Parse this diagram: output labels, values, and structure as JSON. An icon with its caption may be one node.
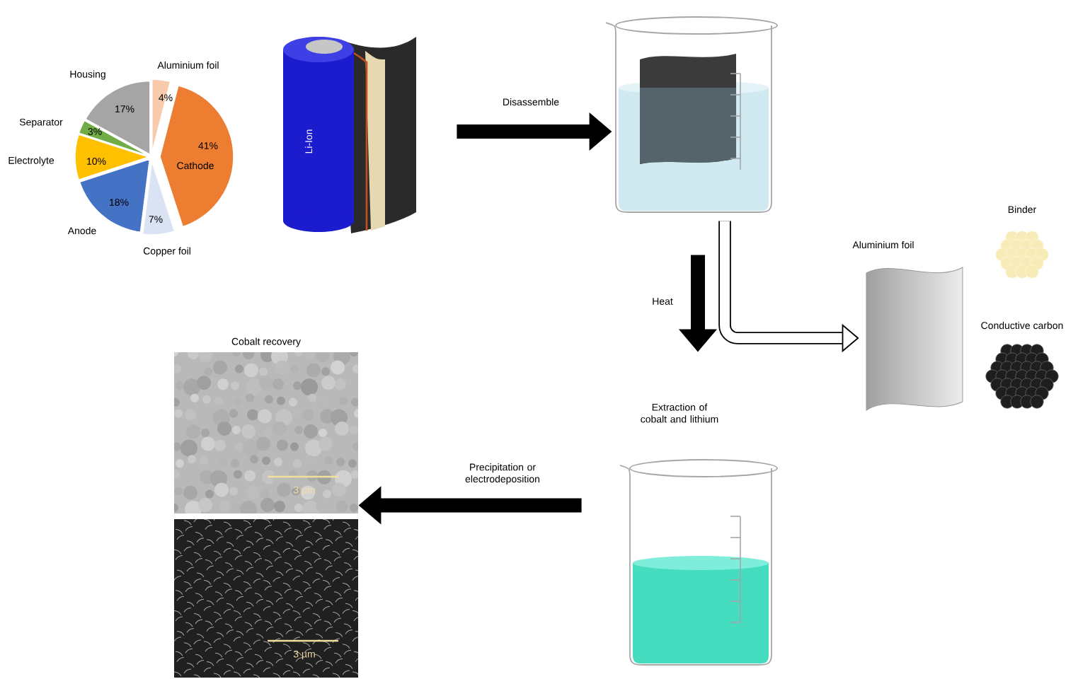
{
  "diagram": {
    "nodes": [
      {
        "text": [
          "Li-Ion"
        ]
      },
      {
        "text": [],
        "shape": "picture"
      },
      {
        "text": [
          "Aluminium foil"
        ]
      },
      {
        "text": [
          "Binder"
        ]
      },
      {
        "text": [
          "Conductive carbon"
        ]
      },
      {
        "text": [
          "Extraction of cobalt and lithium"
        ]
      },
      {
        "text": [
          "Cobalt recovery",
          "3 µm"
        ]
      },
      {
        "text": [
          "3 µm"
        ]
      }
    ],
    "edges": [
      {
        "from": 0,
        "to": 1,
        "arrow": "to",
        "label": "Disassemble"
      },
      {
        "from": 1,
        "to": 5,
        "arrow": "to",
        "label": "Heat"
      },
      {
        "from": 1,
        "to": 2,
        "arrow": "to"
      },
      {
        "from": 5,
        "to": 6,
        "arrow": "to",
        "label": "Precipitation or electrodeposition"
      }
    ],
    "chart_data": {
      "type": "pie",
      "categories": [
        "Aluminium foil",
        "Cathode",
        "Copper foil",
        "Anode",
        "Electrolyte",
        "Separator",
        "Housing"
      ],
      "values": [
        4,
        41,
        7,
        18,
        10,
        3,
        17
      ],
      "colors": [
        "#f8cbad",
        "#ed7d31",
        "#dae3f3",
        "#4472c4",
        "#ffc000",
        "#70ad47",
        "#a5a5a5"
      ],
      "value_labels": [
        "4%",
        "41%",
        "7%",
        "18%",
        "10%",
        "3%",
        "17%"
      ]
    }
  }
}
